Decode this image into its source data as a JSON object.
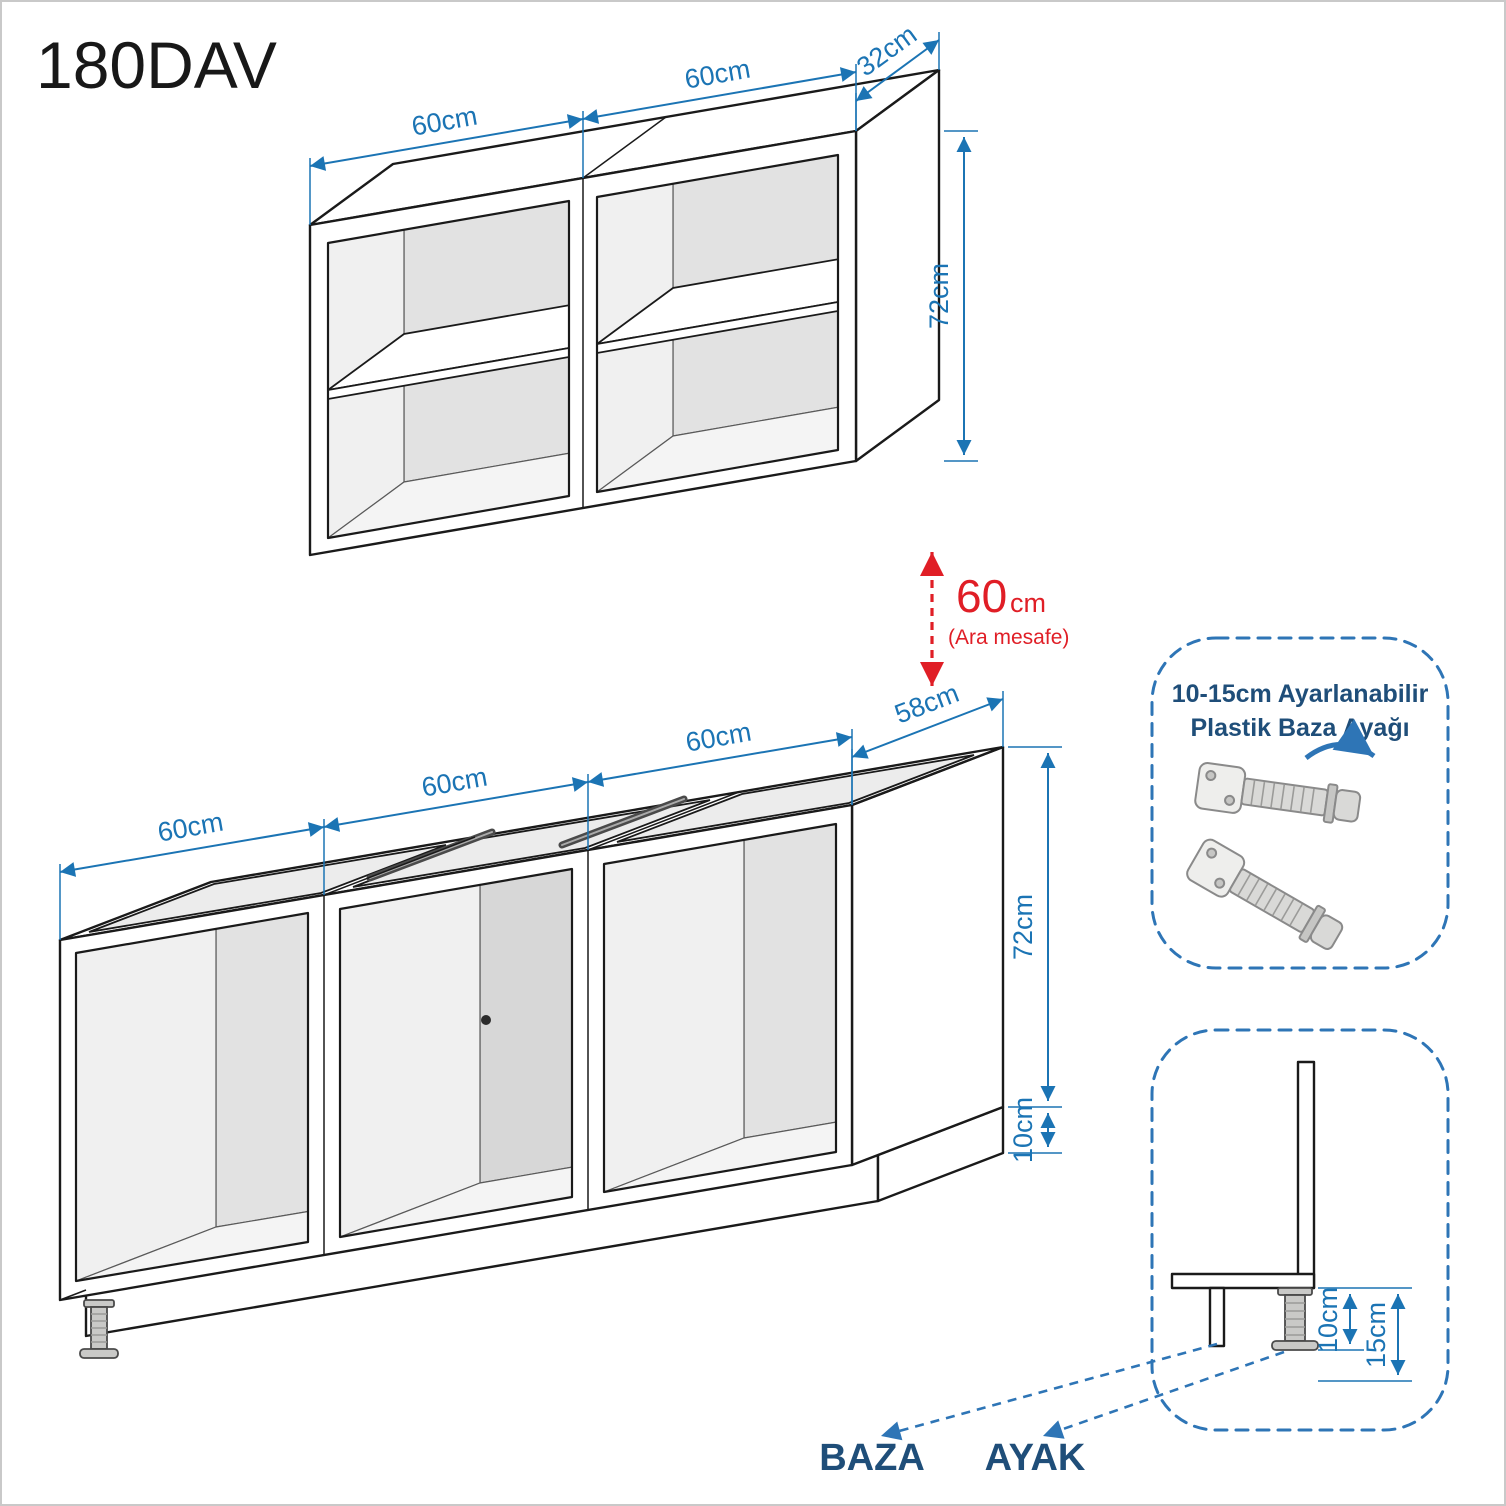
{
  "title": "180DAV",
  "upper_cabinet": {
    "dim_bay1_width": "60cm",
    "dim_bay2_width": "60cm",
    "dim_depth": "32cm",
    "dim_height": "72cm"
  },
  "gap": {
    "value": "60",
    "unit": "cm",
    "note": "(Ara mesafe)"
  },
  "lower_cabinet": {
    "dim_bay1_width": "60cm",
    "dim_bay2_width": "60cm",
    "dim_bay3_width": "60cm",
    "dim_depth": "58cm",
    "dim_height": "72cm",
    "dim_plinth": "10cm"
  },
  "leg_callout": {
    "line1": "10-15cm Ayarlanabilir",
    "line2": "Plastik Baza Ayağı"
  },
  "base_detail": {
    "dim_leg": "10cm",
    "dim_total": "15cm"
  },
  "labels": {
    "plinth": "BAZA",
    "leg": "AYAK"
  },
  "colors": {
    "dimension_blue": "#1b74b4",
    "callout_blue": "#2e75b6",
    "label_navy": "#1f4e79",
    "accent_red": "#e01e26",
    "line_black": "#1a1a1a"
  }
}
